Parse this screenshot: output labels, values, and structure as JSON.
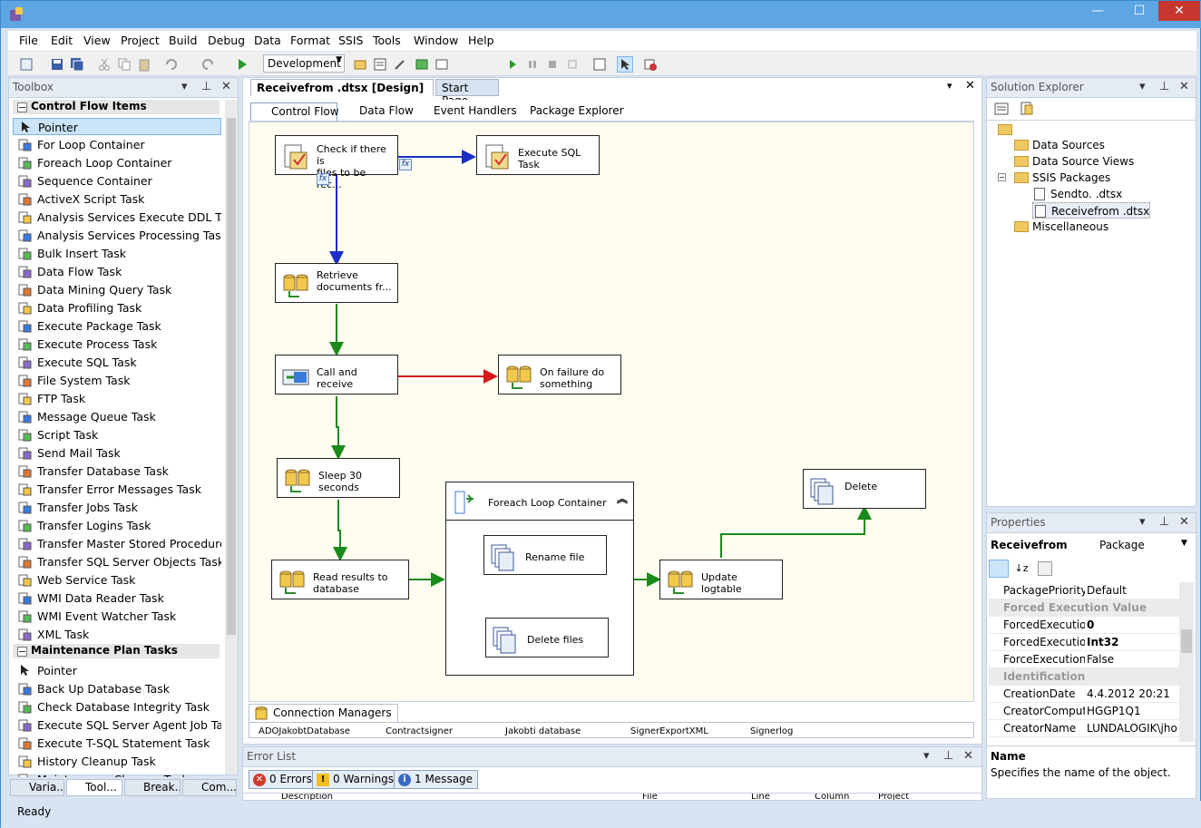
{
  "window": {
    "minimize": "—",
    "maximize": "☐",
    "close": "✕"
  },
  "menu": [
    "File",
    "Edit",
    "View",
    "Project",
    "Build",
    "Debug",
    "Data",
    "Format",
    "SSIS",
    "Tools",
    "Window",
    "Help"
  ],
  "toolbar": {
    "config": "Development"
  },
  "toolbox": {
    "title": "Toolbox",
    "groups": [
      {
        "label": "Control Flow Items",
        "items": [
          "Pointer",
          "For Loop Container",
          "Foreach Loop Container",
          "Sequence Container",
          "ActiveX Script Task",
          "Analysis Services Execute DDL Task",
          "Analysis Services Processing Task",
          "Bulk Insert Task",
          "Data Flow Task",
          "Data Mining Query Task",
          "Data Profiling Task",
          "Execute Package Task",
          "Execute Process Task",
          "Execute SQL Task",
          "File System Task",
          "FTP Task",
          "Message Queue Task",
          "Script Task",
          "Send Mail Task",
          "Transfer Database Task",
          "Transfer Error Messages Task",
          "Transfer Jobs Task",
          "Transfer Logins Task",
          "Transfer Master Stored Procedures T...",
          "Transfer SQL Server Objects Task",
          "Web Service Task",
          "WMI Data Reader Task",
          "WMI Event Watcher Task",
          "XML Task"
        ]
      },
      {
        "label": "Maintenance Plan Tasks",
        "items": [
          "Pointer",
          "Back Up Database Task",
          "Check Database Integrity Task",
          "Execute SQL Server Agent Job Task",
          "Execute T-SQL Statement Task",
          "History Cleanup Task",
          "Maintenance Cleanup Task"
        ]
      }
    ]
  },
  "bottom_tabs": [
    "Varia...",
    "Tool...",
    "Break...",
    "Com..."
  ],
  "document": {
    "tab_active": "Receivefrom        .dtsx [Design]",
    "tab_inactive": "Start Page",
    "subtabs": [
      "Control Flow",
      "Data Flow",
      "Event Handlers",
      "Package Explorer"
    ],
    "tasks": {
      "check": "Check if there is\nfiles to be rec...",
      "exec_sql": "Execute SQL\nTask",
      "retrieve": "Retrieve\ndocuments fr...",
      "call": "Call              and\nreceive",
      "onfail": "On failure do\nsomething",
      "sleep": "Sleep 30\nseconds",
      "read": "Read results to\n                   database",
      "foreach": "Foreach Loop Container",
      "rename": "Rename file",
      "deletefiles": "Delete files",
      "update": "Update\n                 logtable",
      "delete": "Delete"
    },
    "fx": "fx",
    "connection_managers": "Connection Managers",
    "conn_items": [
      "ADOJakobtDatabase",
      "Contractsigner",
      "Jakobti database",
      "SignerExportXML",
      "Signerlog"
    ]
  },
  "error_list": {
    "title": "Error List",
    "errors": "0 Errors",
    "warnings": "0 Warnings",
    "messages": "1 Message",
    "cols": [
      "Description",
      "File",
      "Line",
      "Column",
      "Project"
    ]
  },
  "solution_explorer": {
    "title": "Solution Explorer",
    "items": [
      "Data Sources",
      "Data Source Views",
      "SSIS Packages",
      "Sendto.            .dtsx",
      "Receivefrom        .dtsx",
      "Miscellaneous"
    ]
  },
  "properties": {
    "title": "Properties",
    "object": "Receivefrom",
    "object_type": "Package",
    "rows": [
      {
        "n": "PackagePriorityC",
        "v": "Default"
      },
      {
        "cat": "Forced Execution Value"
      },
      {
        "n": "ForcedExecution",
        "v": "0",
        "b": true
      },
      {
        "n": "ForcedExecution",
        "v": "Int32",
        "b": true
      },
      {
        "n": "ForceExecutionV",
        "v": "False"
      },
      {
        "cat": "Identification"
      },
      {
        "n": "CreationDate",
        "v": "4.4.2012 20:21"
      },
      {
        "n": "CreatorCompute",
        "v": "HGGP1Q1"
      },
      {
        "n": "CreatorName",
        "v": "LUNDALOGIK\\jho"
      }
    ],
    "desc_title": "Name",
    "desc_text": "Specifies the name of the object."
  },
  "status": "Ready"
}
